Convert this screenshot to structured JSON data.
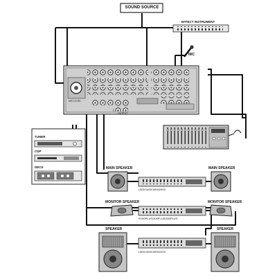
{
  "title": "",
  "sound_source": "SOUND SOURCE",
  "effect_instrument": "EFFECT INSTRUMENT",
  "mic": "MIC",
  "main_unit_labels": {
    "left_block": "MIC.LEVEL",
    "center_block": "OUTPUT"
  },
  "sources": {
    "tuner": "TUNER",
    "cdp": "CDP",
    "deck": "DECK"
  },
  "speakers": {
    "main_left": "MAIN SPEAKER",
    "main_right": "MAIN SPEAKER",
    "monitor_left": "MONITOR SPEAKER",
    "monitor_right": "MONITOR SPEAKER",
    "speaker_left": "SPEAKER",
    "speaker_right": "SPEAKER"
  },
  "amplifiers": {
    "main_amp_model": "L800/1400/1800/2400",
    "monitor_amp_model": "R150PLUS/300PLUS/500PLUS",
    "speaker_amp_model": "L800/1400/1800/2400"
  },
  "colors": {
    "line": "#111111",
    "chassis": "#dcdcdc",
    "panel": "#bfbfbf",
    "speaker_body": "#c8c8c8"
  }
}
